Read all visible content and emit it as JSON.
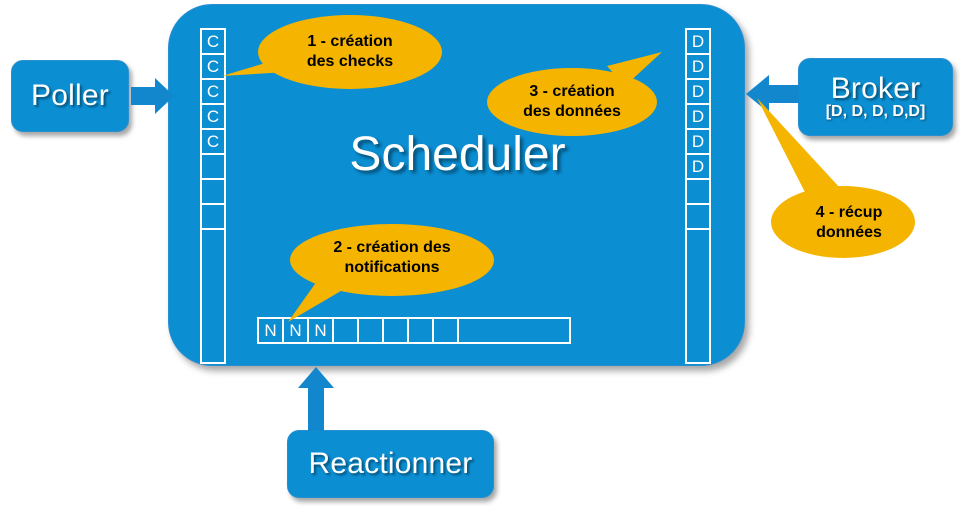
{
  "diagram": {
    "colors": {
      "node_fill": "#0b8ed2",
      "node_border": "#2a8fd0",
      "bubble_fill": "#f5b400",
      "arrow_fill": "#1287ce",
      "cell_border": "#ffffff",
      "text_light": "#ffffff",
      "text_dark": "#000000",
      "page_background": "#ffffff"
    },
    "nodes": {
      "poller": {
        "label": "Poller"
      },
      "scheduler": {
        "label": "Scheduler"
      },
      "broker": {
        "label": "Broker",
        "sub_label": "[D, D, D, D,D]"
      },
      "reactionner": {
        "label": "Reactionner"
      }
    },
    "queues": {
      "checks": {
        "name": "checks-queue",
        "orientation": "vertical",
        "cells": [
          "C",
          "C",
          "C",
          "C",
          "C",
          "",
          "",
          ""
        ],
        "tail_cell": ""
      },
      "data": {
        "name": "data-queue",
        "orientation": "vertical",
        "cells": [
          "D",
          "D",
          "D",
          "D",
          "D",
          "D",
          "",
          ""
        ],
        "tail_cell": ""
      },
      "notifications": {
        "name": "notifications-queue",
        "orientation": "horizontal",
        "cells": [
          "N",
          "N",
          "N",
          "",
          "",
          "",
          "",
          ""
        ],
        "tail_cell": ""
      }
    },
    "callouts": [
      {
        "id": 1,
        "line1": "1 - création",
        "line2": "des checks",
        "tail": "down-left"
      },
      {
        "id": 2,
        "line1": "2 - création des",
        "line2": "notifications",
        "tail": "down-left"
      },
      {
        "id": 3,
        "line1": "3 - création",
        "line2": "des données",
        "tail": "up-right"
      },
      {
        "id": 4,
        "line1": "4 - récup",
        "line2": "données",
        "tail": "up-left"
      }
    ],
    "arrows": [
      {
        "name": "arrow-poller-to-scheduler",
        "direction": "right"
      },
      {
        "name": "arrow-broker-to-scheduler",
        "direction": "left"
      },
      {
        "name": "arrow-reactionner-to-scheduler",
        "direction": "up"
      }
    ]
  }
}
